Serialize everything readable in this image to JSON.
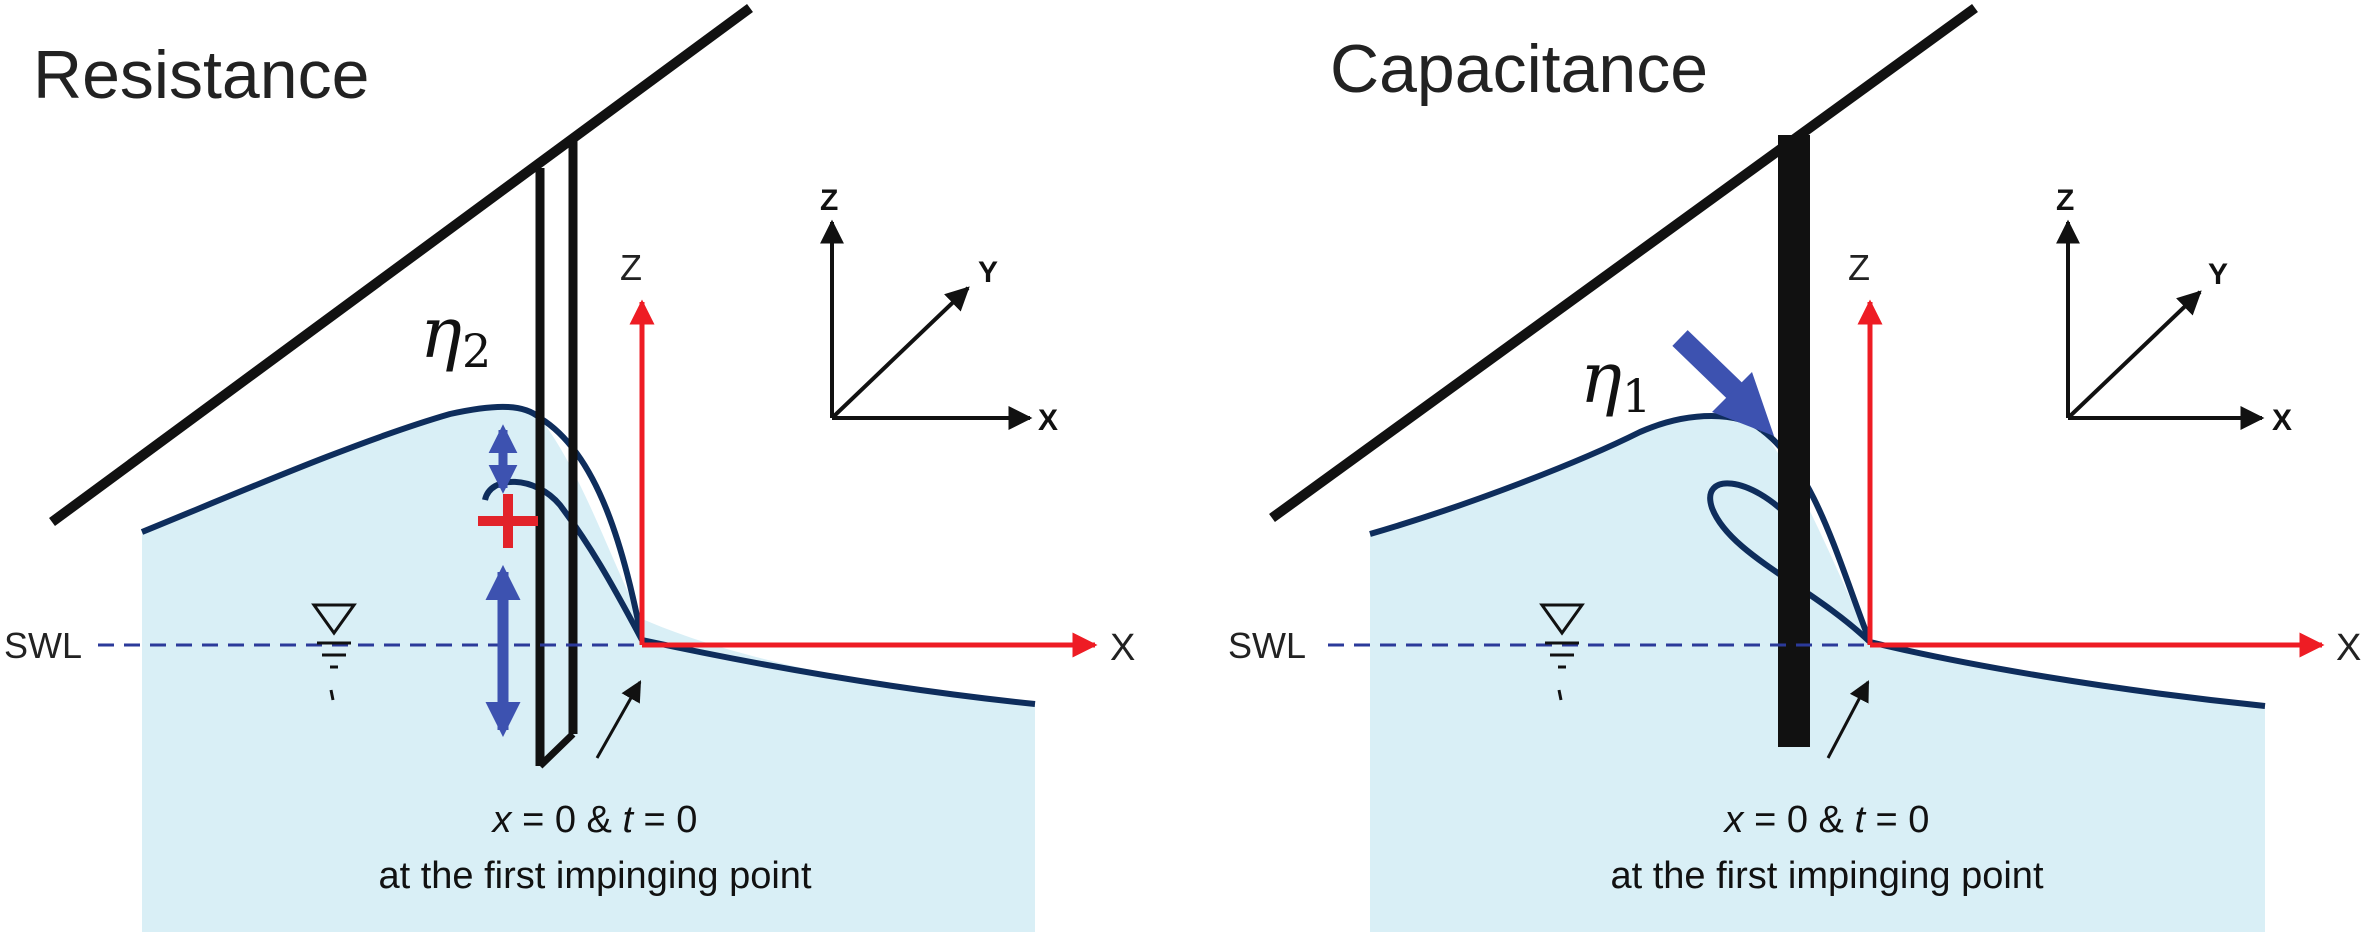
{
  "panels": [
    {
      "title": "Resistance",
      "eta_symbol": "η",
      "eta_subscript": "2",
      "swl_label": "SWL",
      "wave_axes": {
        "z": "Z",
        "x": "X"
      },
      "inset_axes": {
        "z": "Z",
        "y": "Y",
        "x": "X"
      },
      "note_formula": {
        "x": "x",
        "mid": " = 0 & ",
        "t": "t",
        "end": " = 0"
      },
      "note_line2": "at the first impinging point"
    },
    {
      "title": "Capacitance",
      "eta_symbol": "η",
      "eta_subscript": "1",
      "swl_label": "SWL",
      "wave_axes": {
        "z": "Z",
        "x": "X"
      },
      "inset_axes": {
        "z": "Z",
        "y": "Y",
        "x": "X"
      },
      "note_formula": {
        "x": "x",
        "mid": " = 0 & ",
        "t": "t",
        "end": " = 0"
      },
      "note_line2": "at the first impinging point"
    }
  ],
  "colors": {
    "water": "#d9eff6",
    "wave_line": "#0e2d5c",
    "axis_red": "#ee1c24",
    "swl_dash": "#2b3a9a",
    "indicator_blue": "#3d52b0",
    "plus_red": "#e2232a",
    "ink": "#111111"
  }
}
